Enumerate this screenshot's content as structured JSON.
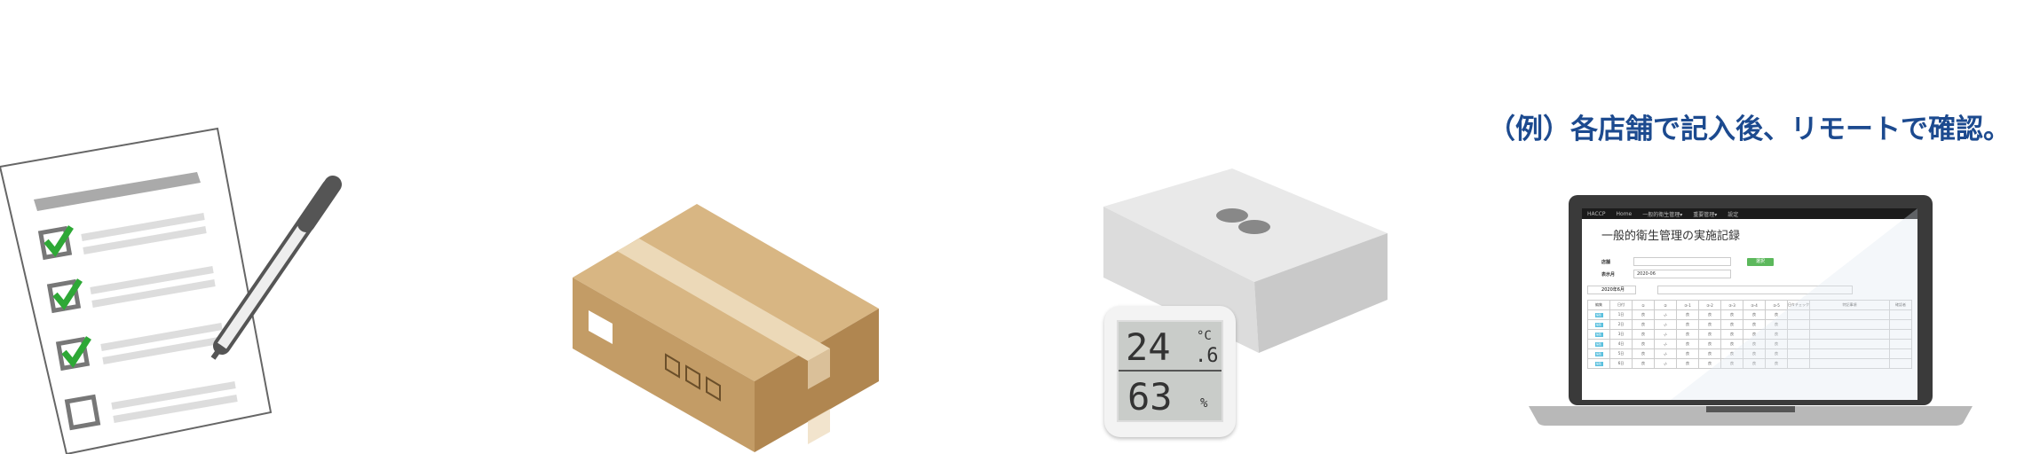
{
  "heading": "（例）各店舗で記入後、リモートで確認。",
  "thermometer": {
    "temperature": "24",
    "unit": "°C",
    "decimal": ".6",
    "humidity": "63",
    "humidity_unit": "%"
  },
  "app": {
    "nav": [
      "HACCP",
      "Home",
      "一般的衛生管理▾",
      "重要管理▾",
      "設定"
    ],
    "title": "一般的衛生管理の実施記録",
    "store_label": "店舗",
    "store_value": "",
    "month_label": "表示月",
    "month_value": "2020-06",
    "select_button": "選択",
    "month_caption": "2020年6月",
    "columns": [
      "編集",
      "日付",
      "①",
      "②",
      "③-1",
      "③-2",
      "③-3",
      "③-4",
      "③-5",
      "日々チェック",
      "特記事項",
      "確認者"
    ],
    "rows": [
      {
        "edit": "編集",
        "date": "1日",
        "values": [
          "良",
          "-/-",
          "良",
          "良",
          "良",
          "良",
          "良"
        ]
      },
      {
        "edit": "編集",
        "date": "2日",
        "values": [
          "良",
          "-/-",
          "良",
          "良",
          "良",
          "良",
          "良"
        ]
      },
      {
        "edit": "編集",
        "date": "3日",
        "values": [
          "良",
          "-/-",
          "良",
          "良",
          "良",
          "良",
          "良"
        ]
      },
      {
        "edit": "編集",
        "date": "4日",
        "values": [
          "良",
          "-/-",
          "良",
          "良",
          "良",
          "良",
          "良"
        ]
      },
      {
        "edit": "編集",
        "date": "5日",
        "values": [
          "良",
          "-/-",
          "良",
          "良",
          "良",
          "良",
          "良"
        ]
      },
      {
        "edit": "編集",
        "date": "6日",
        "values": [
          "良",
          "-/-",
          "良",
          "良",
          "良",
          "良",
          "良"
        ]
      }
    ]
  },
  "colors": {
    "heading": "#1c4a8f",
    "check": "#2ea836",
    "box": "#c9a36f",
    "button": "#5cb85c"
  }
}
